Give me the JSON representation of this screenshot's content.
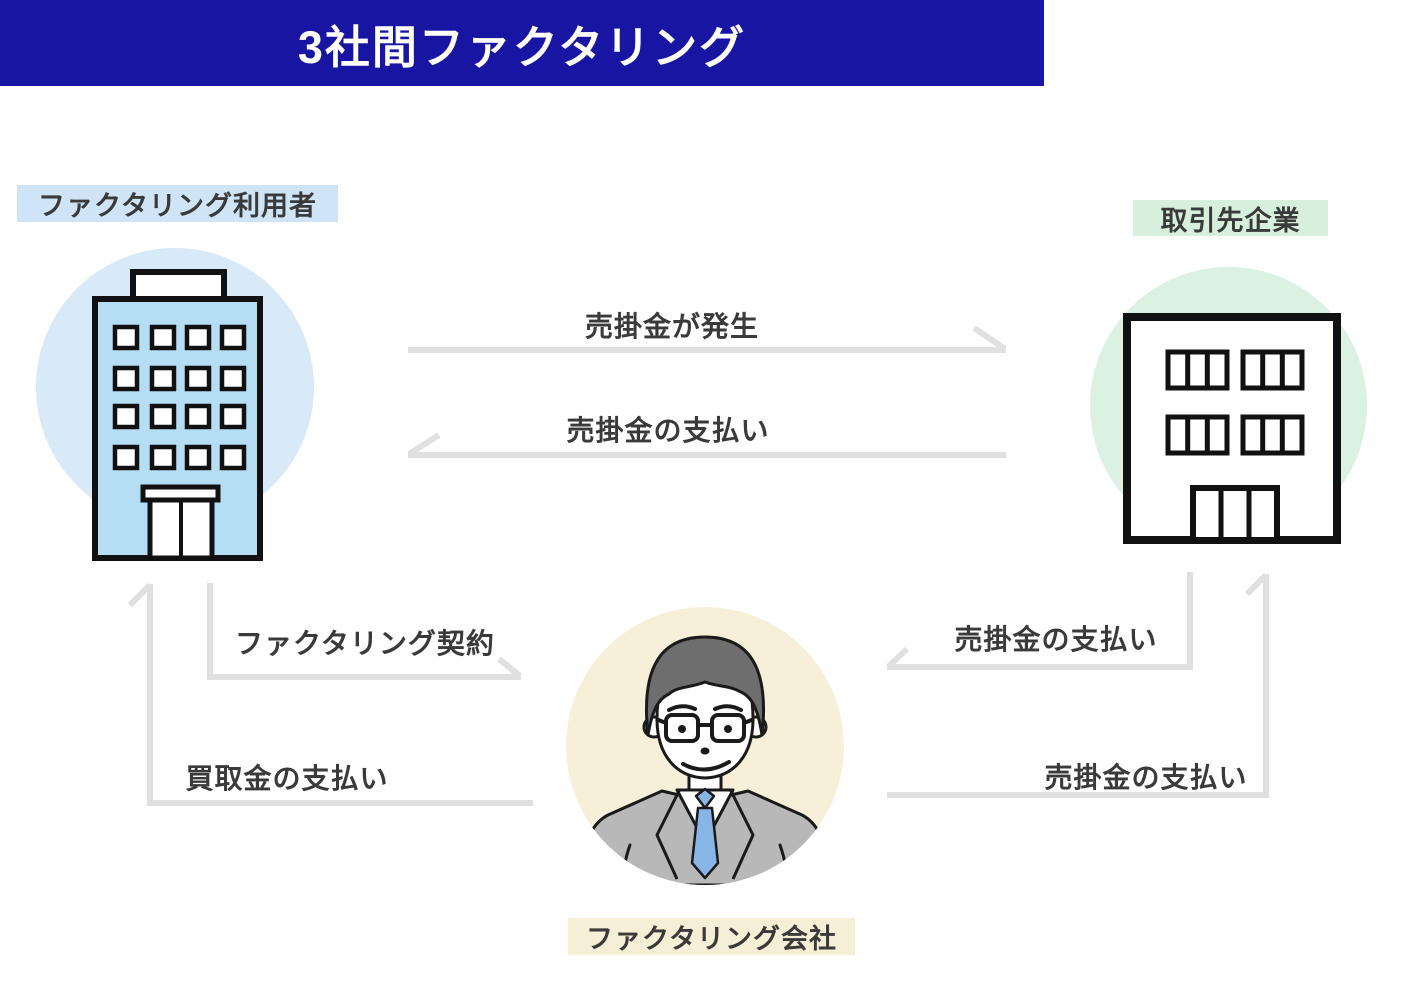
{
  "title": "3社間ファクタリング",
  "entities": {
    "user": {
      "label": "ファクタリング利用者"
    },
    "client": {
      "label": "取引先企業"
    },
    "factor": {
      "label": "ファクタリング会社"
    }
  },
  "arrows": {
    "receivable_occurs": {
      "label": "売掛金が発生",
      "from": "user",
      "to": "client"
    },
    "receivable_payment_top": {
      "label": "売掛金の支払い",
      "from": "client",
      "to": "user"
    },
    "factoring_contract": {
      "label": "ファクタリング契約",
      "from": "user",
      "to": "factor"
    },
    "purchase_payment": {
      "label": "買取金の支払い",
      "from": "factor",
      "to": "user"
    },
    "receivable_payment_upper": {
      "label": "売掛金の支払い",
      "from": "client",
      "to": "factor"
    },
    "receivable_payment_lower": {
      "label": "売掛金の支払い",
      "from": "factor",
      "to": "client"
    }
  },
  "colors": {
    "banner_bg": "#1815a3",
    "banner_text": "#ffffff",
    "user_label_bg": "#cfe4f7",
    "client_label_bg": "#d6f0dc",
    "factor_label_bg": "#f7eed6",
    "user_circle": "#d8e9f8",
    "client_circle": "#dbf2e3",
    "factor_circle": "#f8efd8",
    "user_building_fill": "#b5def5",
    "client_building_fill": "#ffffff",
    "arrow_line": "#e0e0e0",
    "label_text": "#3a3a3a",
    "suit": "#b8b8b8",
    "tie": "#87b5e5",
    "hair": "#6e6e6e"
  }
}
